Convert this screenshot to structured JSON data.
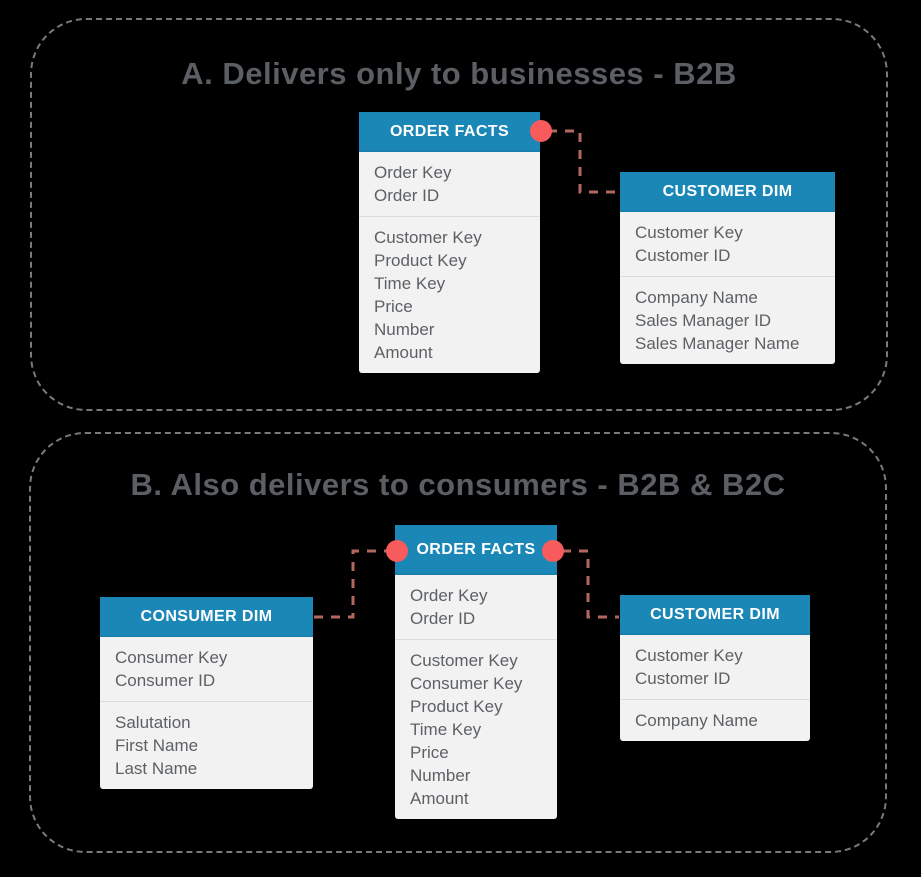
{
  "colors": {
    "background": "#000000",
    "panel_border": "#7a7a7a",
    "title_text": "#5b5f63",
    "header_bg": "#1b87b7",
    "header_text": "#ffffff",
    "body_bg": "#f2f2f2",
    "body_text": "#5d6165",
    "divider": "#dcdcdc",
    "connector": "#b4675f",
    "dot": "#f85b5c"
  },
  "panel_a": {
    "title": "A. Delivers only to businesses - B2B",
    "order_facts": {
      "title": "ORDER FACTS",
      "key_fields": [
        "Order Key",
        "Order ID"
      ],
      "fields": [
        "Customer Key",
        "Product Key",
        "Time Key",
        "Price",
        "Number",
        "Amount"
      ]
    },
    "customer_dim": {
      "title": "CUSTOMER DIM",
      "key_fields": [
        "Customer Key",
        "Customer ID"
      ],
      "fields": [
        "Company Name",
        "Sales Manager ID",
        "Sales Manager Name"
      ]
    }
  },
  "panel_b": {
    "title": "B. Also delivers to consumers - B2B & B2C",
    "consumer_dim": {
      "title": "CONSUMER DIM",
      "key_fields": [
        "Consumer Key",
        "Consumer ID"
      ],
      "fields": [
        "Salutation",
        "First Name",
        "Last Name"
      ]
    },
    "order_facts": {
      "title": "ORDER FACTS",
      "key_fields": [
        "Order Key",
        "Order ID"
      ],
      "fields": [
        "Customer Key",
        "Consumer Key",
        "Product Key",
        "Time Key",
        "Price",
        "Number",
        "Amount"
      ]
    },
    "customer_dim": {
      "title": "CUSTOMER DIM",
      "key_fields": [
        "Customer Key",
        "Customer ID"
      ],
      "fields": [
        "Company Name"
      ]
    }
  }
}
